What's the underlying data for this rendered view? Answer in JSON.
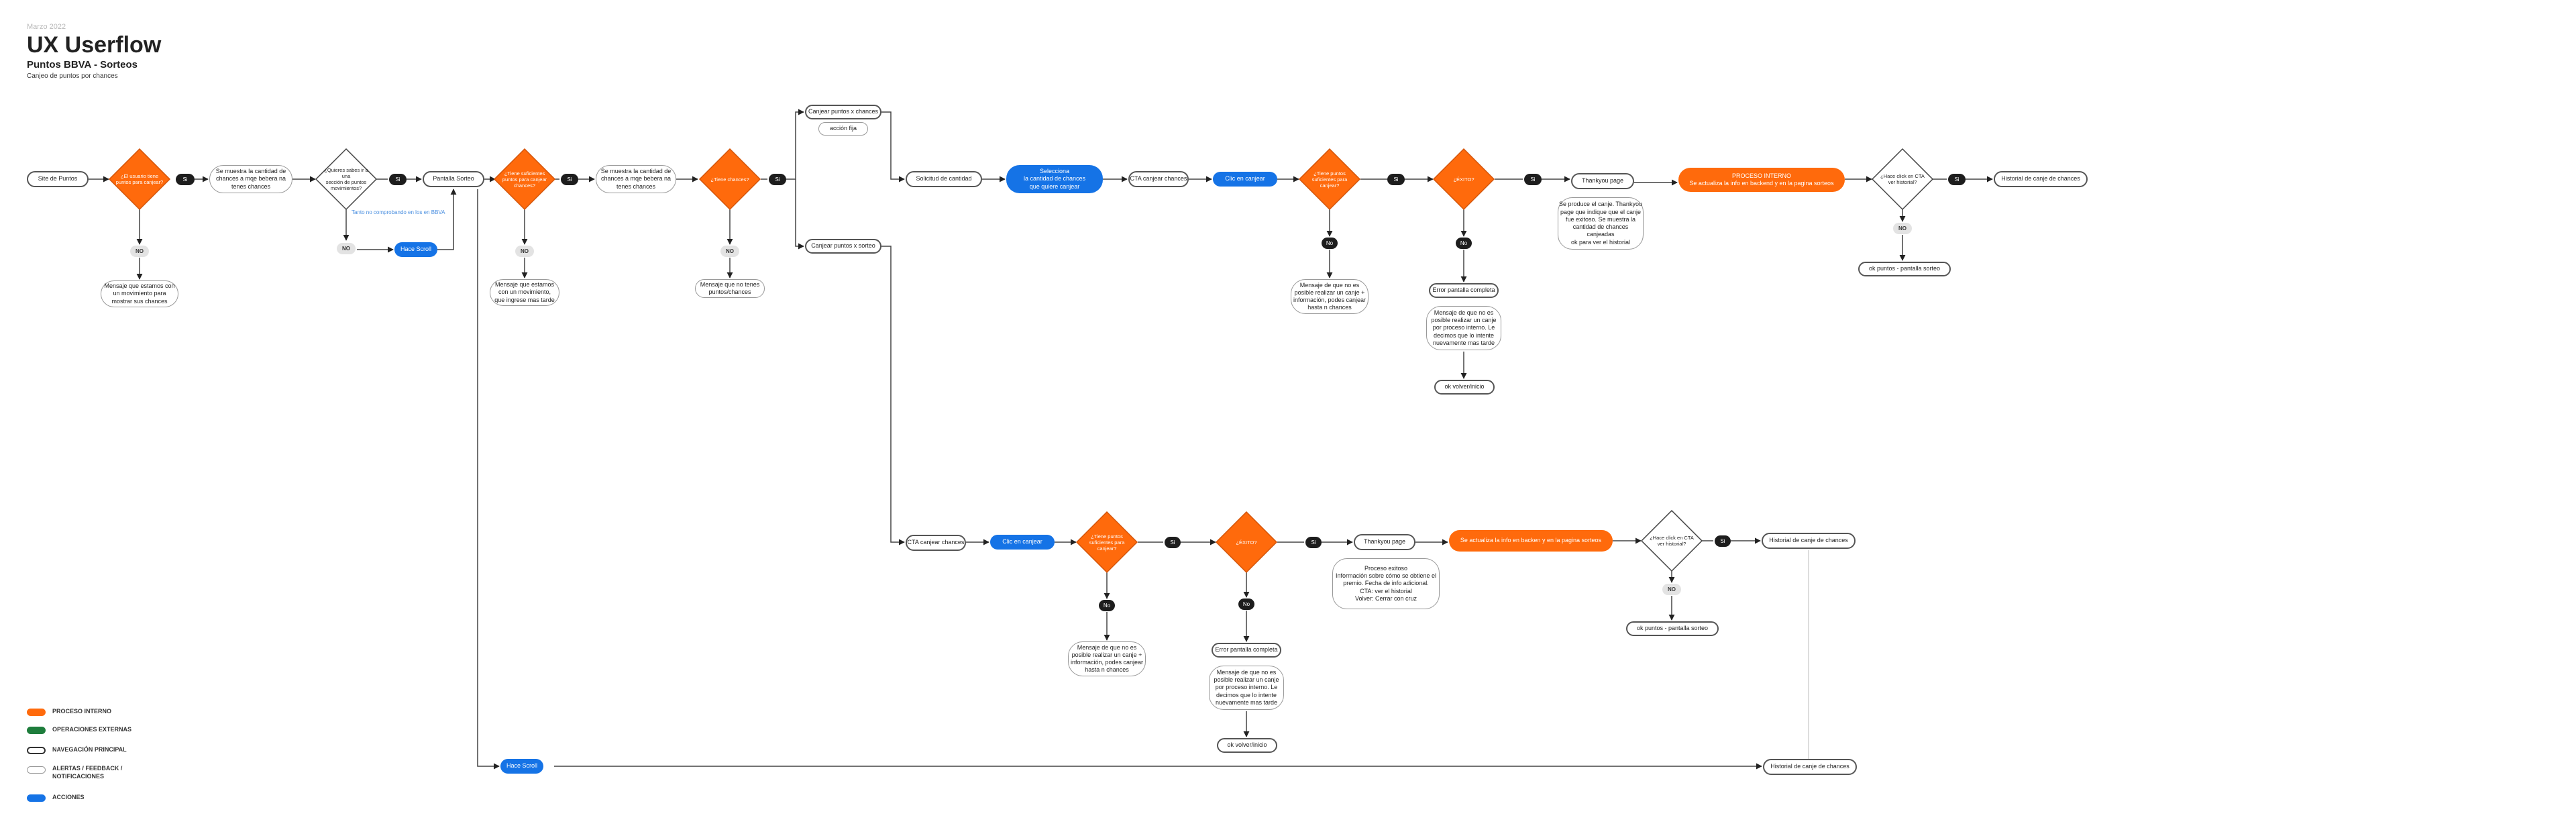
{
  "header": {
    "date": "Marzo 2022",
    "title": "UX Userflow",
    "subtitle": "Puntos BBVA - Sorteos",
    "subsub": "Canjeo de puntos por chances"
  },
  "colors": {
    "process": "#ff6a0c",
    "external": "#1e7d3c",
    "action": "#1573e6",
    "nav_border": "#555555",
    "alert_border": "#999999",
    "badge_dark": "#1d1d1d",
    "badge_grey": "#e3e3e3"
  },
  "nodes": {
    "site": "Site de Puntos",
    "d1": "¿El usuario tiene puntos para canjear?",
    "yes1": "Si",
    "show_chances": "Se muestra la cantidad de\nchances a mqe bebera na\ntenes chances",
    "no1": "NO",
    "msg_no_points": "Mensaje que estamos con\nun movimiento para\nmostrar sus chances",
    "d2": "¿Quieres sabes ir a una\nsección de puntos\nmovimientos?",
    "si2": "Si",
    "no2": "NO",
    "note_blue": "Tanto no comprobando en los en BBVA",
    "hace_scroll_1": "Hace Scroll",
    "pantalla_sorteo": "Pantalla Sorteo",
    "d3": "¿Tiene suficientes puntos para canjear chances?",
    "yes3": "Si",
    "no3": "NO",
    "msg_no_movement": "Mensaje que estamos\ncon un movimiento,\nque ingrese mas tarde",
    "show_chances_2": "Se muestra la cantidad de\nchances a mqe bebera na\ntenes chances",
    "d4": "¿Tiene chances?",
    "yes4": "Si",
    "no4": "NO",
    "msg_no_chances": "Mensaje que no tenes\npuntos/chances",
    "canjear_chances": "Canjear puntos x chances",
    "accion_fija": "acción fija",
    "canjear_sorteo": "Canjear puntos x sorteo",
    "solicitud": "Solicitud de cantidad",
    "selecciona": "Selecciona\nla cantidad de chances\nque quiere canjear",
    "cta_canjear_1": "CTA canjear chances",
    "clic_canjear_1": "Clic en canjear",
    "d5": "¿Tiene puntos suficientes para canjear?",
    "si5": "Si",
    "no5": "No",
    "msg_no_pts_canje": "Mensaje de que no es\nposible realizar un canje +\ninformación, podes canjear\nhasta n chances",
    "d6": "¿ÉXITO?",
    "si6": "Si",
    "no6": "No",
    "error_1": "Error pantalla completa",
    "msg_error_1": "Mensaje de que no es\nposible realizar un canje\npor proceso interno. Le\ndecimos que lo intente\nnuevamente mas tarde",
    "ok_volver_1": "ok volver/inicio",
    "thankyou_1": "Thankyou page",
    "thankyou_note_1": "Se produce el canje. Thankyou\npage que indique que el canje\nfue exitoso. Se muestra la\ncantidad de chances\ncanjeadas\nok para ver el historial",
    "proceso_interno_1": "PROCESO INTERNO\nSe actualiza la info en backend y en la pagina sorteos",
    "d7": "¿Hace click en CTA ver historial?",
    "si7": "Si",
    "no7": "NO",
    "historial_1": "Historial de canje de chances",
    "ok_puntos_1": "ok puntos - pantalla sorteo",
    "cta_canjear_2": "CTA canjear chances",
    "clic_canjear_2": "Clic en canjear",
    "d8": "¿Tiene puntos suficientes para canjear?",
    "si8": "Si",
    "no8": "No",
    "msg_no_pts_canje_2": "Mensaje de que no es\nposible realizar un canje +\ninformación, podes canjear\nhasta n chances",
    "d9": "¿ÉXITO?",
    "si9": "Si",
    "no9": "No",
    "error_2": "Error pantalla completa",
    "msg_error_2": "Mensaje de que no es\nposible realizar un canje\npor proceso interno. Le\ndecimos que lo intente\nnuevamente mas tarde",
    "ok_volver_2": "ok volver/inicio",
    "thankyou_2": "Thankyou page",
    "thankyou_note_2": "Proceso exitoso\nInformación sobre cómo se obtiene el\npremio. Fecha de info adicional.\nCTA: ver el historial\nVolver: Cerrar con cruz",
    "proceso_interno_2": "Se actualiza la info en backen y en la pagina sorteos",
    "d10": "¿Hace click en CTA ver historial?",
    "si10": "Si",
    "no10": "NO",
    "historial_2": "Historial de canje de chances",
    "ok_puntos_2": "ok puntos - pantalla sorteo",
    "hace_scroll_2": "Hace Scroll",
    "historial_3": "Historial de canje de chances"
  },
  "legend": [
    {
      "label": "PROCESO INTERNO",
      "kind": "process"
    },
    {
      "label": "OPERACIONES EXTERNAS",
      "kind": "external"
    },
    {
      "label": "NAVEGACIÓN PRINCIPAL",
      "kind": "nav"
    },
    {
      "label": "ALERTAS / FEEDBACK /\nNOTIFICACIONES",
      "kind": "alert"
    },
    {
      "label": "ACCIONES",
      "kind": "action"
    }
  ]
}
